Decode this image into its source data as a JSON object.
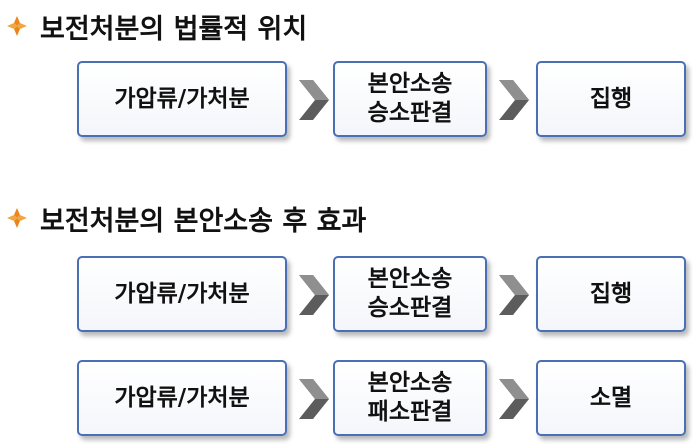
{
  "sections": [
    {
      "heading": "보전처분의 법률적 위치",
      "rows": [
        {
          "box1": "가압류/가처분",
          "box2": [
            "본안소송",
            "승소판결"
          ],
          "box3": "집행"
        }
      ]
    },
    {
      "heading": "보전처분의 본안소송 후 효과",
      "rows": [
        {
          "box1": "가압류/가처분",
          "box2": [
            "본안소송",
            "승소판결"
          ],
          "box3": "집행"
        },
        {
          "box1": "가압류/가처분",
          "box2": [
            "본안소송",
            "패소판결"
          ],
          "box3": "소멸"
        }
      ]
    }
  ],
  "colors": {
    "bullet": "#e8871e",
    "box_border": "#4a6fb5",
    "arrow_dark": "#5c5c5c",
    "arrow_light": "#bfbfbf"
  },
  "icons": {
    "bullet": "diamond-bullet-icon",
    "arrow": "chevron-arrow-icon"
  }
}
